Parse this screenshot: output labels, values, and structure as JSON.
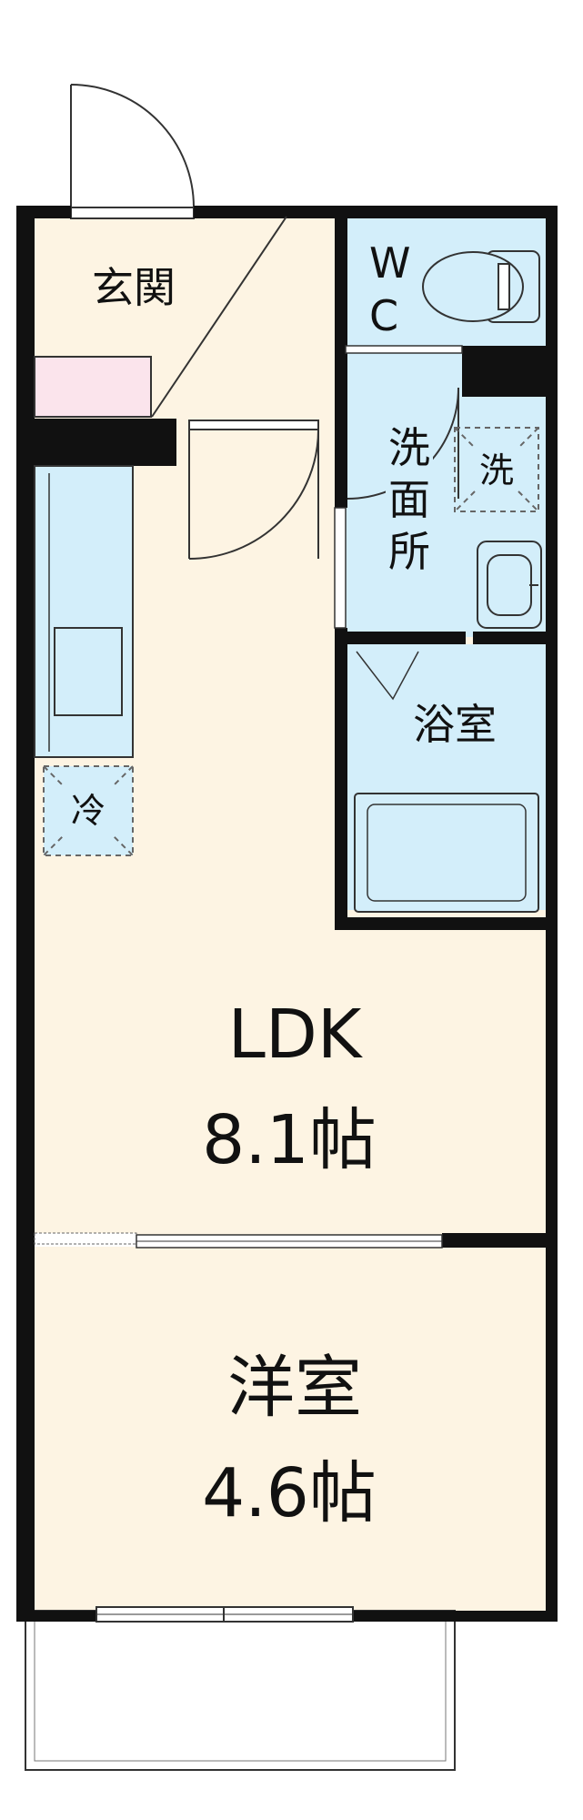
{
  "rooms": {
    "entrance": {
      "label": "玄関"
    },
    "wc": {
      "label_line1": "W",
      "label_line2": "C"
    },
    "washroom": {
      "label_line1": "洗",
      "label_line2": "面",
      "label_line3": "所"
    },
    "washing_machine": {
      "label": "洗"
    },
    "bathroom": {
      "label": "浴室"
    },
    "fridge": {
      "label": "冷"
    },
    "ldk": {
      "label": "LDK",
      "size": "8.1帖"
    },
    "western_room": {
      "label": "洋室",
      "size": "4.6帖"
    }
  },
  "colors": {
    "wall": "#111111",
    "floor": "#fdf4e3",
    "wet_area": "#d3eefa",
    "entrance_box": "#fbe4ec",
    "fixture_stroke": "#333333",
    "dashed": "#666666"
  }
}
